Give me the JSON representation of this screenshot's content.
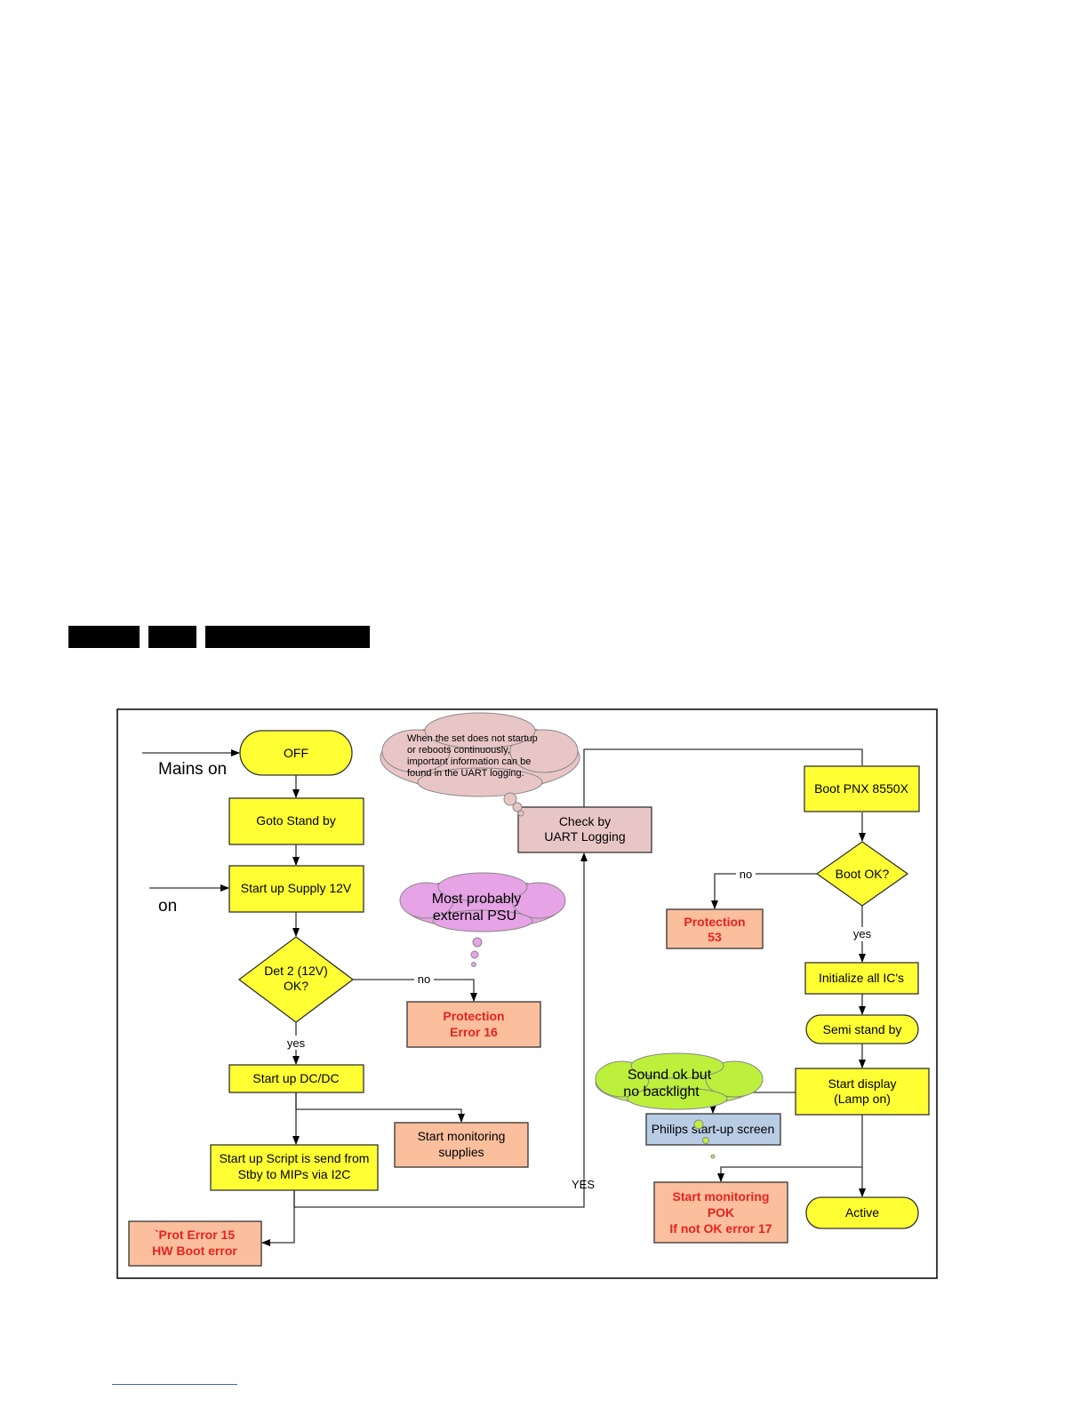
{
  "colors": {
    "yellow": "#ffff33",
    "salmon": "#fbbf9d",
    "pink": "#e9c6c6",
    "blue": "#b8cce4",
    "violet": "#e6a3e6",
    "green": "#bcf03c",
    "error_red": "#e8231f"
  },
  "labels": {
    "mains_on": "Mains on",
    "on": "on",
    "yes_main": "YES",
    "no_det2": "no",
    "yes_det2": "yes",
    "no_boot": "no",
    "yes_boot": "yes"
  },
  "nodes": {
    "off": "OFF",
    "goto_standby": "Goto Stand by",
    "startup_supply": "Start up Supply 12V",
    "det2_l1": "Det 2 (12V)",
    "det2_l2": "OK?",
    "prot16_l1": "Protection",
    "prot16_l2": "Error 16",
    "startup_dcdc": "Start up DC/DC",
    "monitoring_l1": "Start monitoring",
    "monitoring_l2": "supplies",
    "script_l1": "Start up Script is send from",
    "script_l2": "Stby to MIPs via I2C",
    "prot15_l1": "`Prot Error 15",
    "prot15_l2": "HW Boot error",
    "uart_l1": "Check by",
    "uart_l2": "UART Logging",
    "boot_pnx": "Boot PNX 8550X",
    "boot_ok": "Boot OK?",
    "prot53_l1": "Protection",
    "prot53_l2": "53",
    "init_ics": "Initialize all IC's",
    "semi_standby": "Semi stand by",
    "start_display_l1": "Start display",
    "start_display_l2": "(Lamp on)",
    "philips_screen": "Philips start-up screen",
    "pok_l1": "Start monitoring",
    "pok_l2": "POK",
    "pok_l3": "If not OK error 17",
    "active": "Active"
  },
  "notes": {
    "uart_note": [
      "When the set does not startup",
      "or reboots continuously,",
      "important information can be",
      "found in the UART logging."
    ],
    "psu_note": [
      "Most probably",
      "external PSU"
    ],
    "backlight_note": [
      "Sound ok but",
      "no backlight"
    ]
  }
}
